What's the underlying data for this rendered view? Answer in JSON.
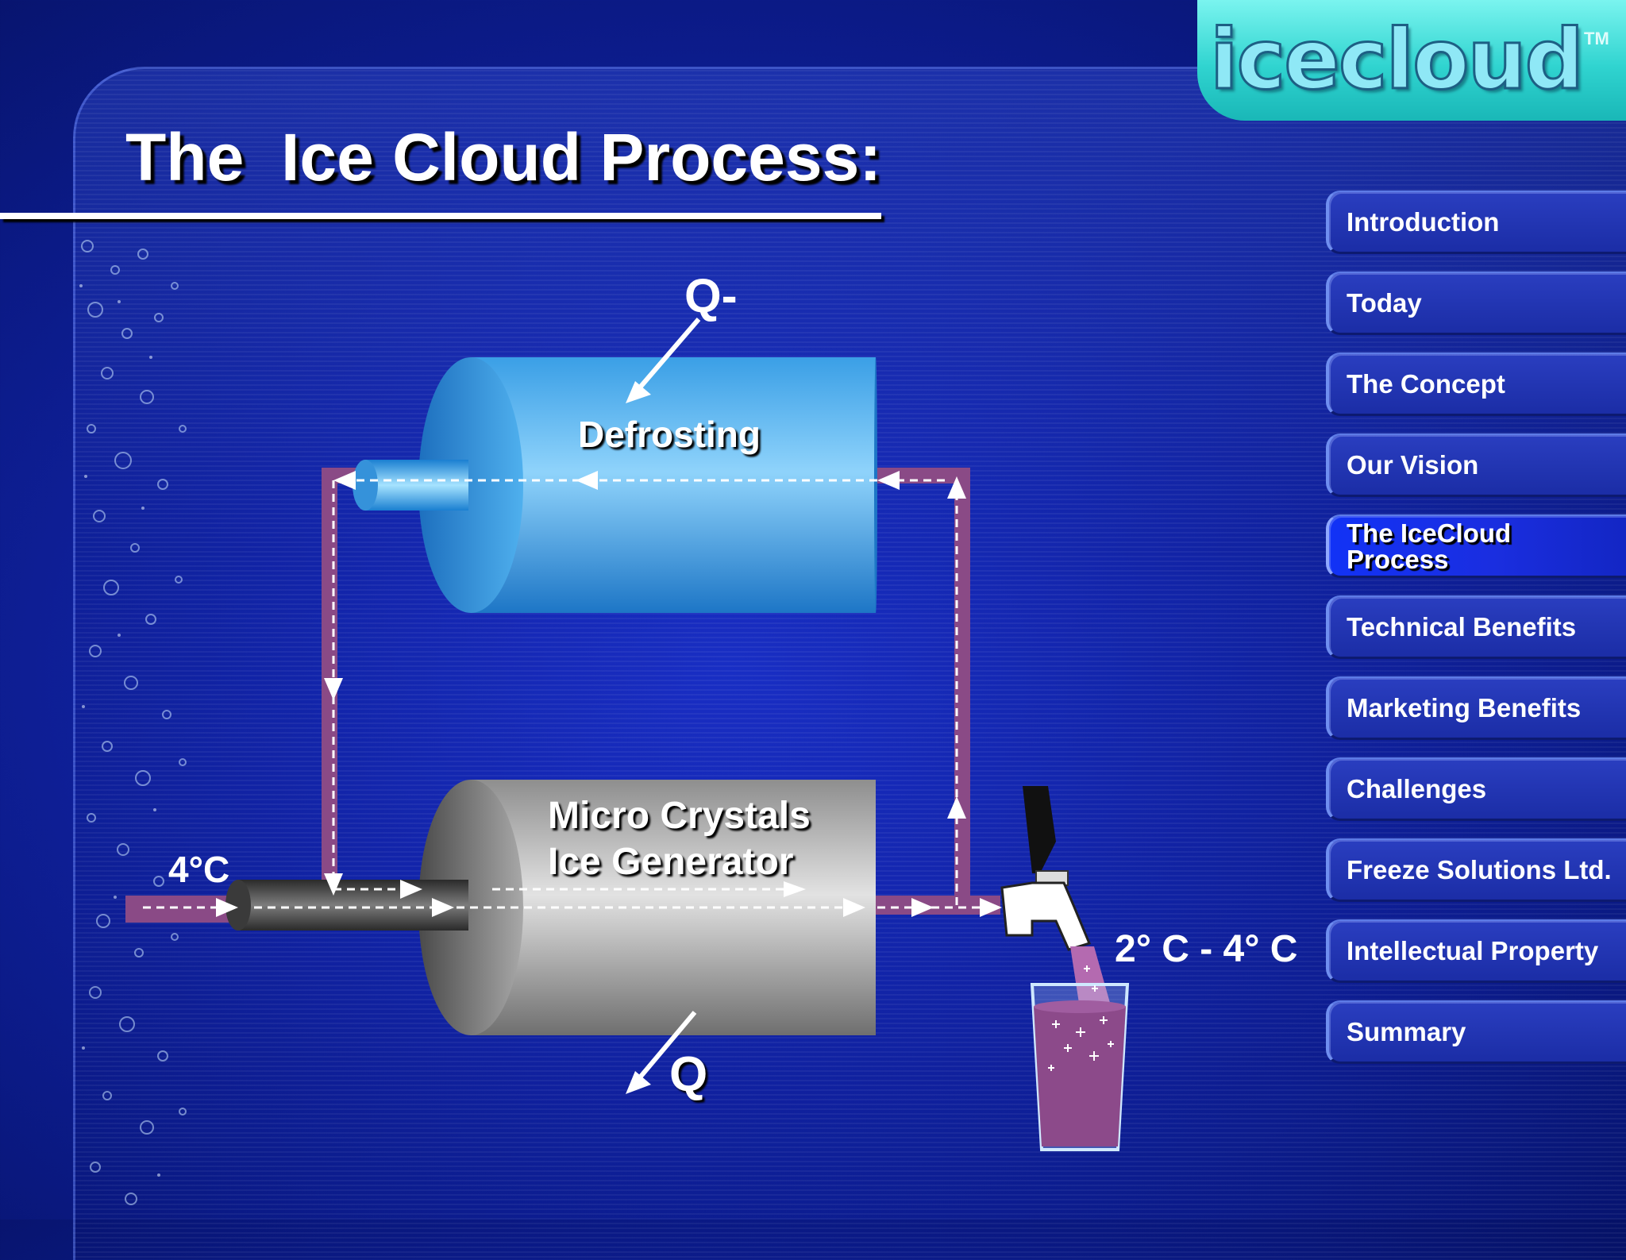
{
  "logo": {
    "name": "icecloud",
    "trademark": "TM"
  },
  "slide": {
    "title": "The  Ice Cloud Process:"
  },
  "diagram": {
    "defrost_label": "Defrosting",
    "generator_label_1": "Micro Crystals",
    "generator_label_2": "Ice Generator",
    "heat_out_label": "Q-",
    "heat_in_label": "Q",
    "inlet_temp": "4°C",
    "outlet_temp": "2° C - 4° C"
  },
  "nav": {
    "items": [
      {
        "label": "Introduction",
        "active": false
      },
      {
        "label": "Today",
        "active": false
      },
      {
        "label": "The Concept",
        "active": false
      },
      {
        "label": "Our Vision",
        "active": false
      },
      {
        "label": "The IceCloud Process",
        "active": true
      },
      {
        "label": "Technical Benefits",
        "active": false
      },
      {
        "label": "Marketing Benefits",
        "active": false
      },
      {
        "label": "Challenges",
        "active": false
      },
      {
        "label": "Freeze Solutions Ltd.",
        "active": false
      },
      {
        "label": "Intellectual Property",
        "active": false
      },
      {
        "label": "Summary",
        "active": false
      }
    ]
  },
  "colors": {
    "background": "#1224a8",
    "pipe": "#8a4a86",
    "defrost_tank": "#3aa6e8",
    "generator_tank": "#b8b8b8",
    "logo_bg": "#30d4d0",
    "drink": "#8c4a8a"
  }
}
